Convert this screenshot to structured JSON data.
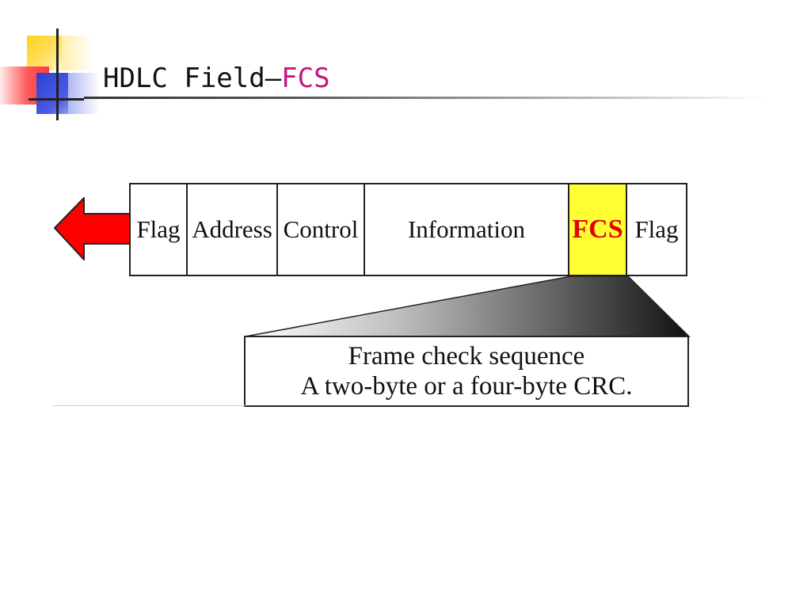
{
  "slide": {
    "title_main": "HDLC Field—",
    "title_accent": "FCS"
  },
  "diagram": {
    "fields": [
      "Flag",
      "Address",
      "Control",
      "Information",
      "FCS",
      "Flag"
    ],
    "highlighted_field": "FCS",
    "description_line1": "Frame check sequence",
    "description_line2": "A two-byte or a four-byte CRC.",
    "colors": {
      "highlight_fill": "#ffff33",
      "highlight_text": "#e10000",
      "arrow": "#ff0000",
      "title_accent": "#c0187c"
    }
  }
}
